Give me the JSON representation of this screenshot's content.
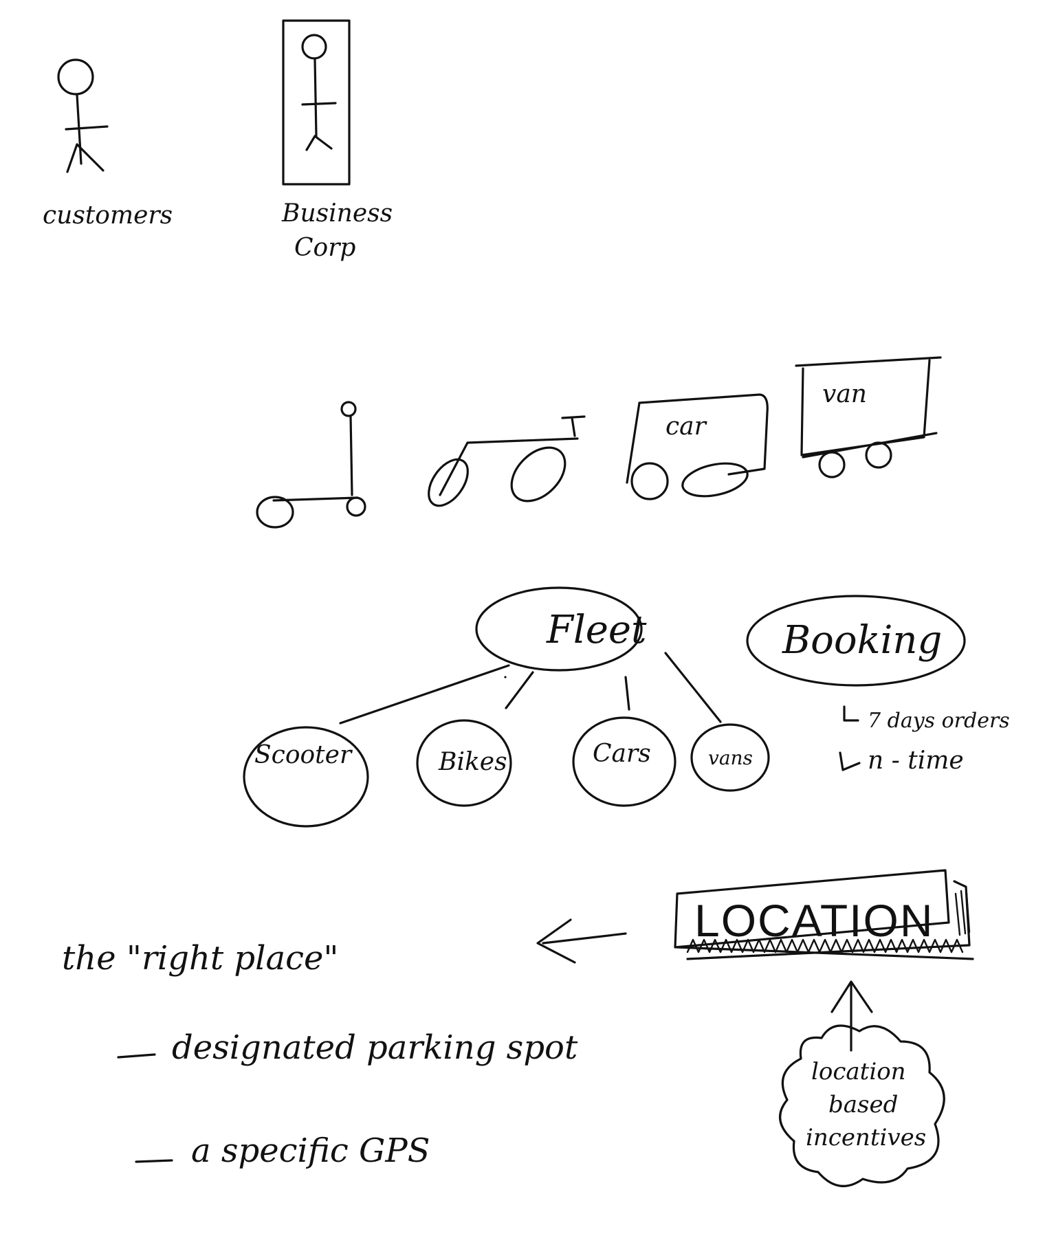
{
  "actors": {
    "customers": "customers",
    "business_line1": "Business",
    "business_line2": "Corp"
  },
  "vehicles": {
    "car": "car",
    "van": "van"
  },
  "fleet": {
    "root": "Fleet",
    "children": [
      "Scooter",
      "Bikes",
      "Cars",
      "vans"
    ]
  },
  "booking": {
    "label": "Booking",
    "notes": [
      "7 days orders",
      "n - time"
    ]
  },
  "location": {
    "label": "LOCATION",
    "incentives_line1": "location",
    "incentives_line2": "based",
    "incentives_line3": "incentives"
  },
  "right_place": {
    "heading": "the \"right place\"",
    "items": [
      "designated parking spot",
      "a specific GPS"
    ]
  }
}
